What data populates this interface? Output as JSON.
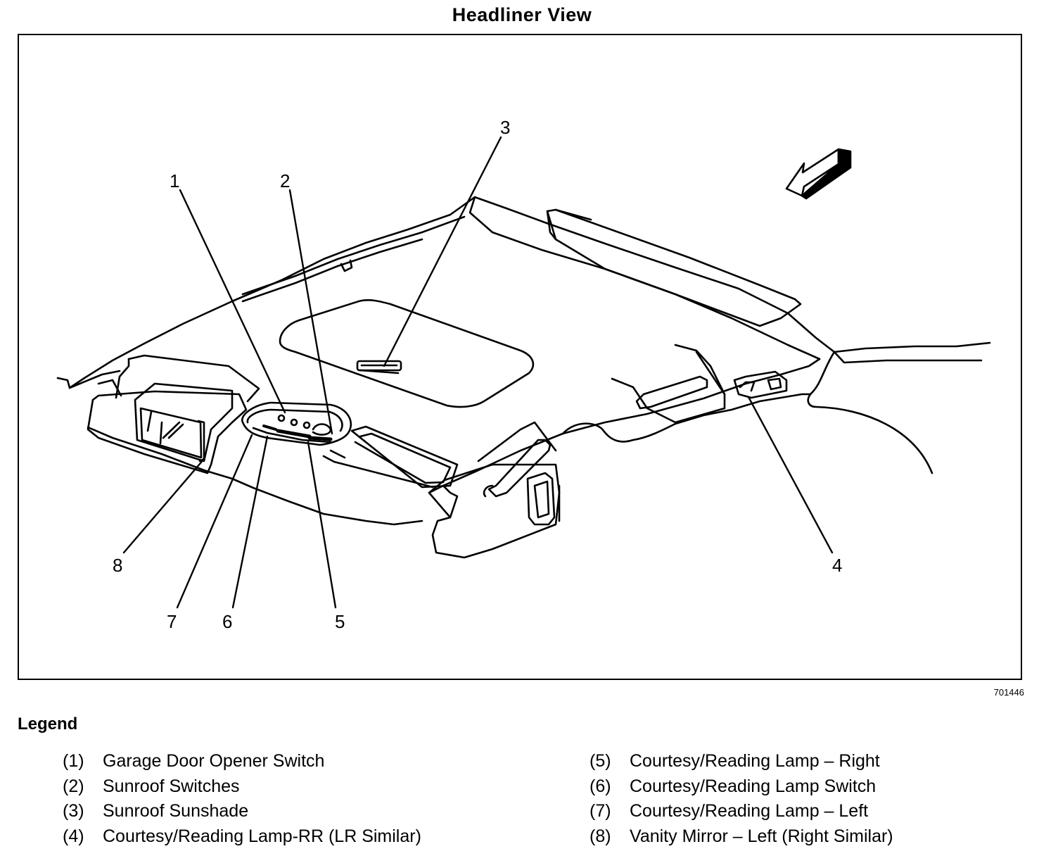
{
  "title": "Headliner View",
  "figure_number": "701446",
  "callouts": [
    "1",
    "2",
    "3",
    "4",
    "5",
    "6",
    "7",
    "8"
  ],
  "legend": {
    "heading": "Legend",
    "items": [
      {
        "num": "(1)",
        "label": "Garage Door Opener Switch"
      },
      {
        "num": "(2)",
        "label": "Sunroof Switches"
      },
      {
        "num": "(3)",
        "label": "Sunroof Sunshade"
      },
      {
        "num": "(4)",
        "label": "Courtesy/Reading Lamp-RR (LR Similar)"
      },
      {
        "num": "(5)",
        "label": "Courtesy/Reading Lamp – Right"
      },
      {
        "num": "(6)",
        "label": "Courtesy/Reading Lamp Switch"
      },
      {
        "num": "(7)",
        "label": "Courtesy/Reading Lamp – Left"
      },
      {
        "num": "(8)",
        "label": "Vanity Mirror – Left (Right Similar)"
      }
    ]
  }
}
